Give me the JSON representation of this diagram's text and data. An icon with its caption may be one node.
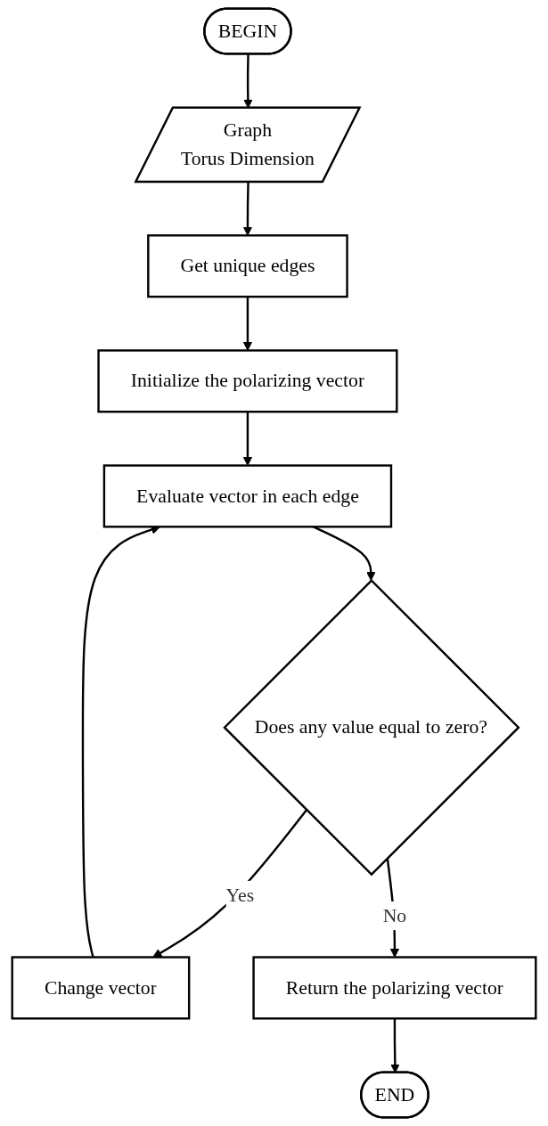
{
  "diagram": {
    "nodes": [
      {
        "text": [
          "BEGIN"
        ]
      },
      {
        "text": [
          "Graph",
          "Torus Dimension"
        ]
      },
      {
        "text": [
          "Get unique edges"
        ]
      },
      {
        "text": [
          "Initialize the polarizing vector"
        ]
      },
      {
        "text": [
          "Evaluate vector in each edge"
        ]
      },
      {
        "text": [
          "Does any value equal to zero?"
        ]
      },
      {
        "text": [
          "Change vector"
        ]
      },
      {
        "text": [
          "Return the polarizing vector"
        ]
      },
      {
        "text": [
          "END"
        ]
      }
    ],
    "edges": [
      {
        "from": 0,
        "to": 1,
        "arrow": "to"
      },
      {
        "from": 1,
        "to": 2,
        "arrow": "to"
      },
      {
        "from": 2,
        "to": 3,
        "arrow": "to"
      },
      {
        "from": 3,
        "to": 4,
        "arrow": "to"
      },
      {
        "from": 4,
        "to": 5,
        "arrow": "to"
      },
      {
        "from": 5,
        "to": 6,
        "label": "Yes",
        "arrow": "to"
      },
      {
        "from": 6,
        "to": 4,
        "arrow": "to"
      },
      {
        "from": 5,
        "to": 7,
        "label": "No",
        "arrow": "to"
      },
      {
        "from": 7,
        "to": 8,
        "arrow": "to"
      }
    ]
  }
}
